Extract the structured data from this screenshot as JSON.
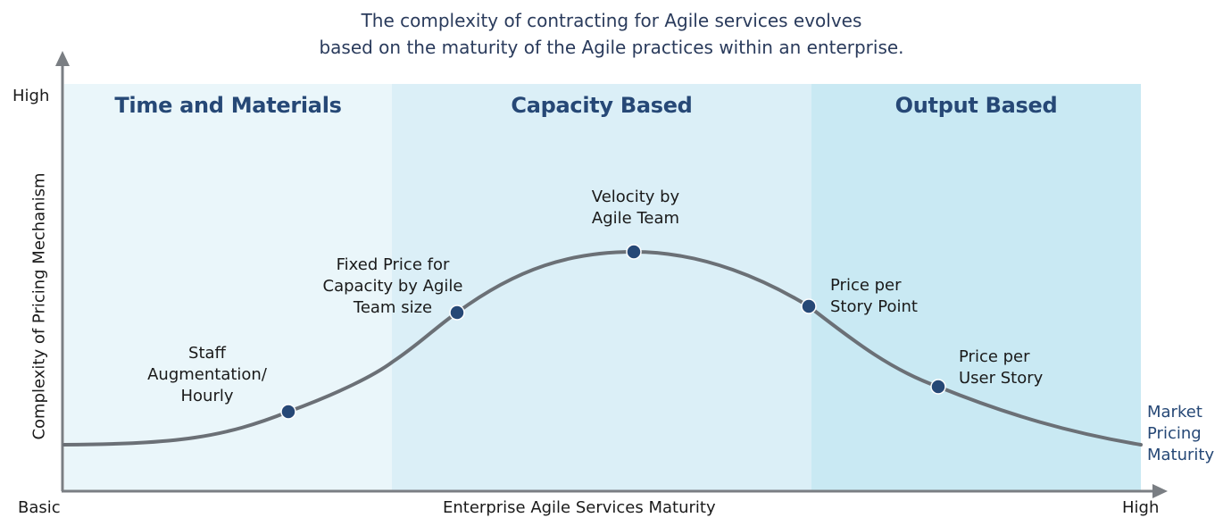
{
  "title": {
    "line1": "The complexity of contracting for Agile services evolves",
    "line2": "based on the maturity of the Agile practices within an enterprise."
  },
  "zones": [
    {
      "label": "Time and Materials",
      "color": "#eaf6fa"
    },
    {
      "label": "Capacity Based",
      "color": "#dbeff7"
    },
    {
      "label": "Output Based",
      "color": "#c9e9f3"
    }
  ],
  "axes": {
    "y_title": "Complexity of Pricing Mechanism",
    "y_high": "High",
    "x_title": "Enterprise Agile Services Maturity",
    "x_low": "Basic",
    "x_high": "High",
    "axis_color": "#7a7e83"
  },
  "curve": {
    "color": "#6b7076",
    "point_color": "#264876",
    "end_label_line1": "Market",
    "end_label_line2": "Pricing",
    "end_label_line3": "Maturity"
  },
  "points": [
    {
      "line1": "Staff",
      "line2": "Augmentation/",
      "line3": "Hourly"
    },
    {
      "line1": "Fixed Price for",
      "line2": "Capacity by Agile",
      "line3": "Team size"
    },
    {
      "line1": "Velocity by",
      "line2": "Agile Team"
    },
    {
      "line1": "Price per",
      "line2": "Story Point"
    },
    {
      "line1": "Price per",
      "line2": "User Story"
    }
  ],
  "chart_data": {
    "type": "line",
    "title": "The complexity of contracting for Agile services evolves based on the maturity of the Agile practices within an enterprise.",
    "xlabel": "Enterprise Agile Services Maturity",
    "ylabel": "Complexity of Pricing Mechanism",
    "x_range_labels": [
      "Basic",
      "High"
    ],
    "y_range_labels": [
      "",
      "High"
    ],
    "bands": [
      "Time and Materials",
      "Capacity Based",
      "Output Based"
    ],
    "series": [
      {
        "name": "Complexity of Pricing Mechanism",
        "points": [
          {
            "label": "Staff Augmentation/ Hourly",
            "x": 0.21,
            "y": 0.2,
            "band": "Time and Materials"
          },
          {
            "label": "Fixed Price for Capacity by Agile Team size",
            "x": 0.37,
            "y": 0.44,
            "band": "Capacity Based"
          },
          {
            "label": "Velocity by Agile Team",
            "x": 0.53,
            "y": 0.59,
            "band": "Capacity Based"
          },
          {
            "label": "Price per Story Point",
            "x": 0.69,
            "y": 0.45,
            "band": "Output Based"
          },
          {
            "label": "Price per User Story",
            "x": 0.81,
            "y": 0.26,
            "band": "Output Based"
          }
        ]
      }
    ],
    "end_annotation": "Market Pricing Maturity",
    "grid": false,
    "legend": "none"
  }
}
